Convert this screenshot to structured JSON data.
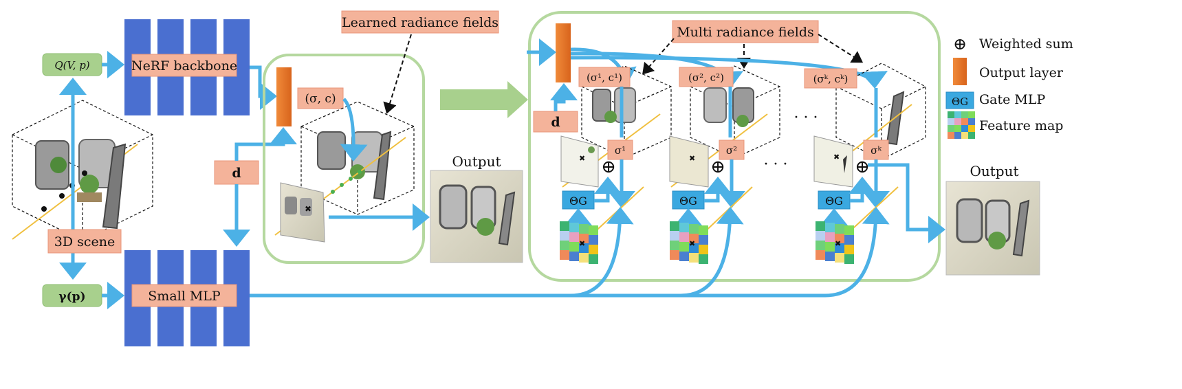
{
  "labels": {
    "q_input": "Q(V, p)",
    "gamma_input": "γ(p)",
    "nerf_backbone": "NeRF backbone",
    "small_mlp": "Small MLP",
    "scene": "3D scene",
    "d_left": "d",
    "d_right": "d",
    "sigma_c": "(σ, c)",
    "learned_fields": "Learned radiance fields",
    "multi_fields": "Multi radiance fields",
    "output_mid": "Output",
    "output_right": "Output",
    "sc1": "(σ¹, c¹)",
    "sc2": "(σ², c²)",
    "sck": "(σᵏ, cᵏ)",
    "s1": "σ¹",
    "s2": "σ²",
    "sk": "σᵏ",
    "theta1": "ΘG",
    "theta2": "ΘG",
    "thetak": "ΘG",
    "dots_top": "· · ·",
    "dots_mid": "· · ·"
  },
  "legend": {
    "weighted_sum": "Weighted sum",
    "output_layer": "Output layer",
    "gate_mlp": "Gate MLP",
    "gate_symbol": "ΘG",
    "feature_map": "Feature map"
  },
  "colors": {
    "arrow": "#4cb1e6",
    "salmon": "#f4b39a",
    "green": "#a8d08d",
    "orange": "#e8782a",
    "nerf_blue": "#4a6fd0"
  }
}
